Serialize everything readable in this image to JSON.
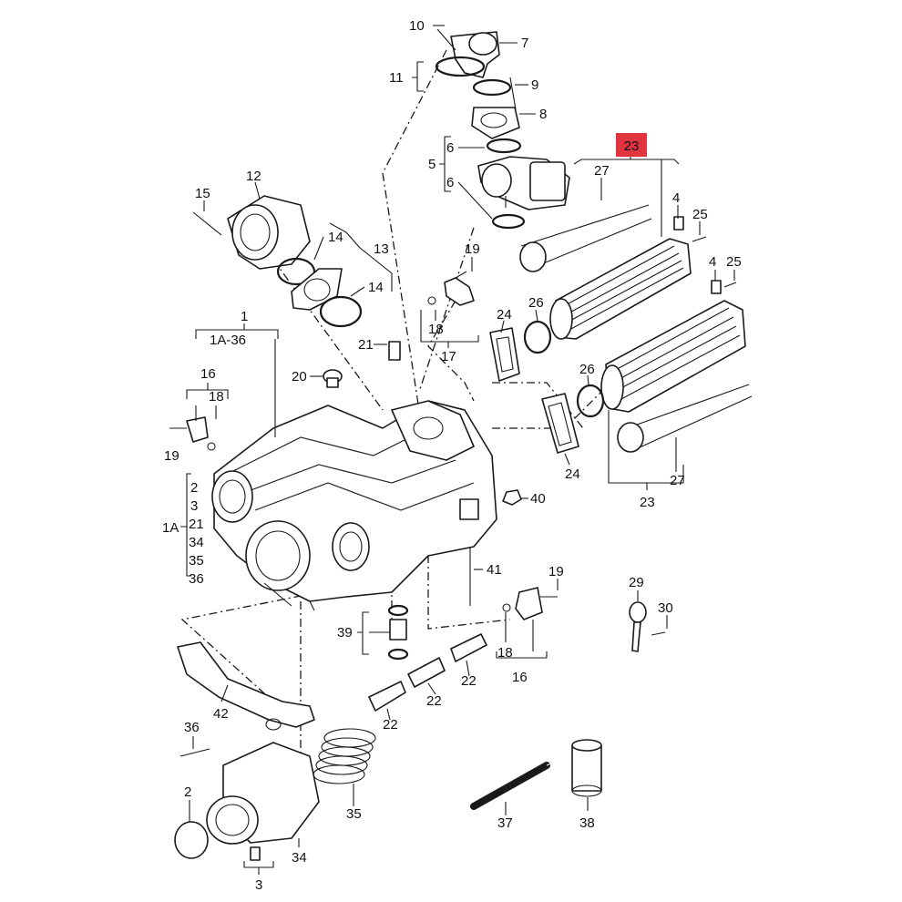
{
  "highlight": {
    "label": "23",
    "color": "#e0343f"
  },
  "labels": {
    "l10": "10",
    "l7": "7",
    "l11": "11",
    "l9": "9",
    "l8": "8",
    "l6a": "6",
    "l5": "5",
    "l6b": "6",
    "l12": "12",
    "l15": "15",
    "l14a": "14",
    "l13": "13",
    "l14b": "14",
    "l27a": "27",
    "l4a": "4",
    "l25a": "25",
    "l4b": "4",
    "l25b": "25",
    "l19a": "19",
    "l18a": "18",
    "l17": "17",
    "l24a": "24",
    "l26a": "26",
    "l26b": "26",
    "l24b": "24",
    "l27b": "27",
    "l23b": "23",
    "l1": "1",
    "l1a36": "1A-36",
    "l21a": "21",
    "l20": "20",
    "l16a": "16",
    "l18b": "18",
    "l19b": "19",
    "l2a": "2",
    "l3a": "3",
    "l21b": "21",
    "l34a": "34",
    "l35a": "35",
    "l36a": "36",
    "l1A": "1A",
    "l40": "40",
    "l41": "41",
    "l19c": "19",
    "l18c": "18",
    "l16b": "16",
    "l29": "29",
    "l30": "30",
    "l39": "39",
    "l22a": "22",
    "l22b": "22",
    "l22c": "22",
    "l42": "42",
    "l36b": "36",
    "l2b": "2",
    "l35b": "35",
    "l34b": "34",
    "l3b": "3",
    "l37": "37",
    "l38": "38"
  }
}
